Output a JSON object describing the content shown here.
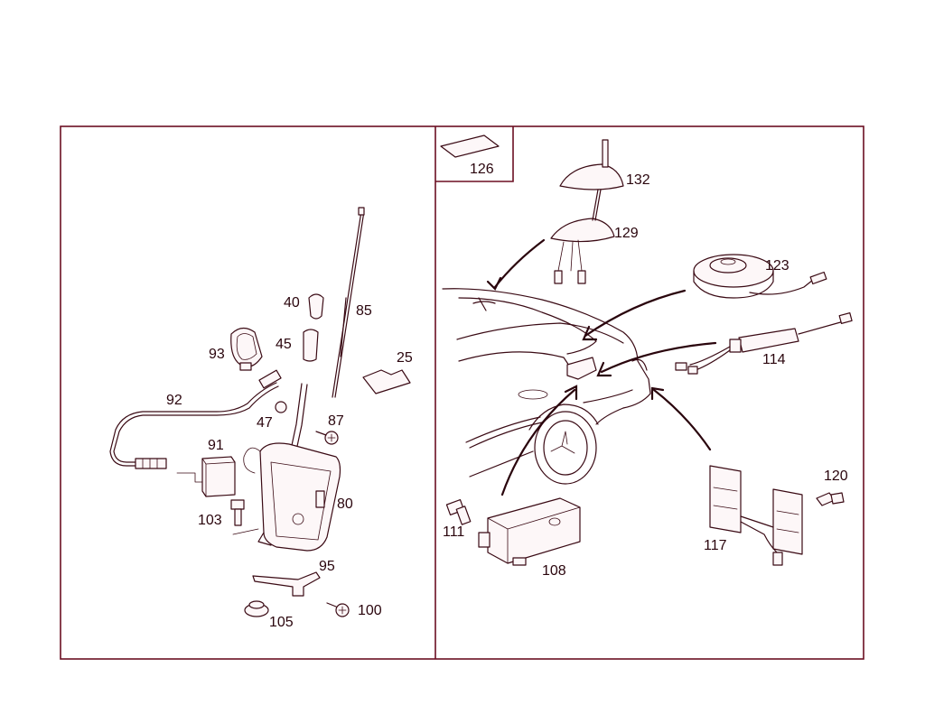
{
  "colors": {
    "frame": "#6b0f22",
    "ink": "#3a0a14",
    "background": "#ffffff"
  },
  "panels": {
    "left": {
      "callouts": [
        {
          "id": "c25",
          "text": "25"
        },
        {
          "id": "c40",
          "text": "40"
        },
        {
          "id": "c45",
          "text": "45"
        },
        {
          "id": "c47",
          "text": "47"
        },
        {
          "id": "c80",
          "text": "80"
        },
        {
          "id": "c85",
          "text": "85"
        },
        {
          "id": "c87",
          "text": "87"
        },
        {
          "id": "c91",
          "text": "91"
        },
        {
          "id": "c92",
          "text": "92"
        },
        {
          "id": "c93",
          "text": "93"
        },
        {
          "id": "c95",
          "text": "95"
        },
        {
          "id": "c100",
          "text": "100"
        },
        {
          "id": "c103",
          "text": "103"
        },
        {
          "id": "c105",
          "text": "105"
        }
      ]
    },
    "right": {
      "inset": {
        "id": "c126",
        "text": "126"
      },
      "callouts": [
        {
          "id": "c108",
          "text": "108"
        },
        {
          "id": "c111",
          "text": "111"
        },
        {
          "id": "c114",
          "text": "114"
        },
        {
          "id": "c117",
          "text": "117"
        },
        {
          "id": "c120",
          "text": "120"
        },
        {
          "id": "c123",
          "text": "123"
        },
        {
          "id": "c129",
          "text": "129"
        },
        {
          "id": "c132",
          "text": "132"
        }
      ]
    }
  }
}
